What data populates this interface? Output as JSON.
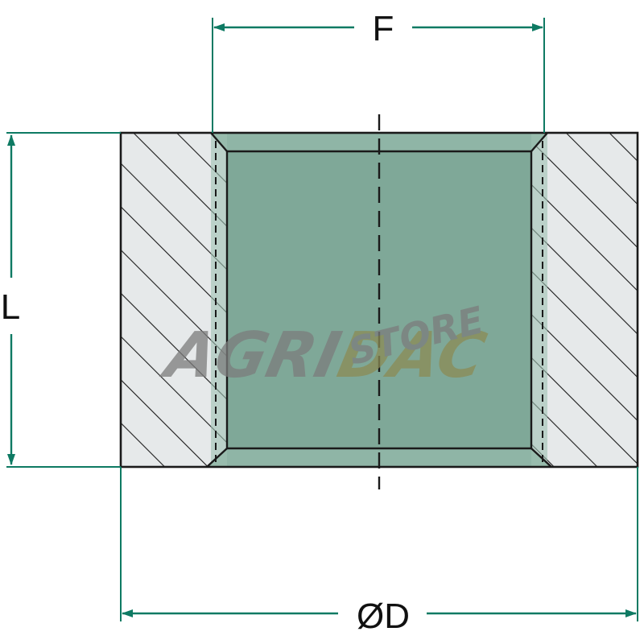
{
  "dimensions": {
    "width_label": "F",
    "length_label": "L",
    "diameter_label": "ØD"
  },
  "watermark": {
    "brand_part1": "AGRI",
    "brand_part2": "DAC",
    "tagline": "STORE"
  },
  "colors": {
    "bore_fill": "#7fa898",
    "hatch_bg": "#e6e9ea",
    "dimension_line": "#0e7a63",
    "outline": "#1a1a1a",
    "watermark_gray": "#7c7c7c",
    "watermark_olive": "#8b8b55"
  }
}
